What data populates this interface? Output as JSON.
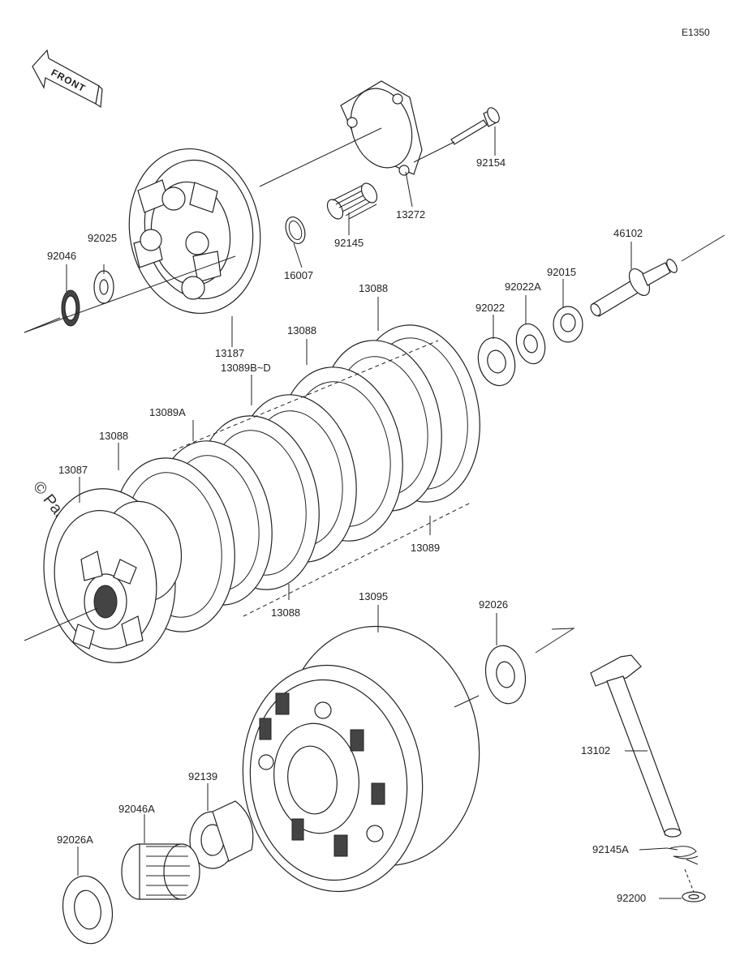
{
  "diagram_code": "E1350",
  "front_label": "FRONT",
  "watermark": "© Partzilla.com",
  "parts": [
    {
      "id": "p92154",
      "number": "92154"
    },
    {
      "id": "p13272",
      "number": "13272"
    },
    {
      "id": "p92145",
      "number": "92145"
    },
    {
      "id": "p16007",
      "number": "16007"
    },
    {
      "id": "p92025",
      "number": "92025"
    },
    {
      "id": "p92046",
      "number": "92046"
    },
    {
      "id": "p13187",
      "number": "13187"
    },
    {
      "id": "p46102",
      "number": "46102"
    },
    {
      "id": "p92015",
      "number": "92015"
    },
    {
      "id": "p92022A",
      "number": "92022A"
    },
    {
      "id": "p92022",
      "number": "92022"
    },
    {
      "id": "p13088a",
      "number": "13088"
    },
    {
      "id": "p13088b",
      "number": "13088"
    },
    {
      "id": "p13089BD",
      "number": "13089B~D"
    },
    {
      "id": "p13089A",
      "number": "13089A"
    },
    {
      "id": "p13088c",
      "number": "13088"
    },
    {
      "id": "p13087",
      "number": "13087"
    },
    {
      "id": "p13089",
      "number": "13089"
    },
    {
      "id": "p13088d",
      "number": "13088"
    },
    {
      "id": "p13095",
      "number": "13095"
    },
    {
      "id": "p92026",
      "number": "92026"
    },
    {
      "id": "p13102",
      "number": "13102"
    },
    {
      "id": "p92139",
      "number": "92139"
    },
    {
      "id": "p92046A",
      "number": "92046A"
    },
    {
      "id": "p92026A",
      "number": "92026A"
    },
    {
      "id": "p92145A",
      "number": "92145A"
    },
    {
      "id": "p92200",
      "number": "92200"
    }
  ]
}
